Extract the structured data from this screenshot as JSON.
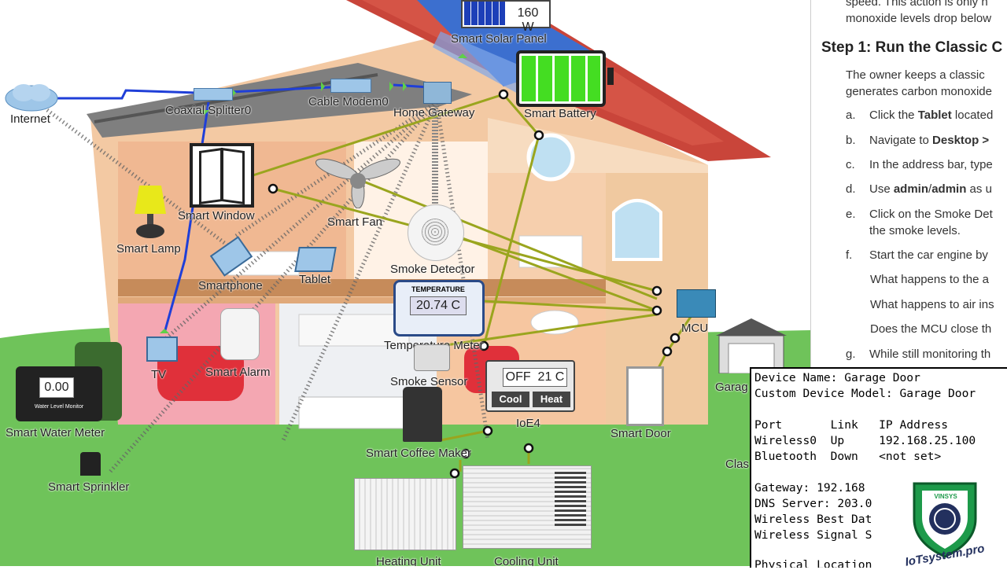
{
  "scene": {
    "devices": {
      "internet": "Internet",
      "splitter": "Coaxial Splitter0",
      "modem": "Cable Modem0",
      "gateway": "Home Gateway",
      "solar": "Smart Solar Panel",
      "solar_value": "160 W",
      "battery": "Smart Battery",
      "window": "Smart Window",
      "fan": "Smart Fan",
      "lamp": "Smart Lamp",
      "smoke_detector": "Smoke Detector",
      "smartphone": "Smartphone",
      "tablet": "Tablet",
      "temp_meter": "Temperature Meter",
      "temp_header": "TEMPERATURE",
      "temp_value": "20.74 C",
      "mcu": "MCU",
      "tv": "TV",
      "alarm": "Smart Alarm",
      "smoke_sensor": "Smoke Sensor",
      "ioe4": "IoE4",
      "ioe4_display": "OFF  21 C",
      "ioe4_cool": "Cool",
      "ioe4_heat": "Heat",
      "water_meter": "Smart Water Meter",
      "water_value": "0.00",
      "water_caption": "Water Level Monitor",
      "sprinkler": "Smart Sprinkler",
      "coffee": "Smart Coffee Maker",
      "door": "Smart Door",
      "garage": "Garag",
      "classic_car": "Clas",
      "heating": "Heating Unit",
      "cooling": "Cooling Unit"
    }
  },
  "doc": {
    "intro_line1": "speed. This action is only h",
    "intro_line2": "monoxide levels drop below",
    "heading": "Step 1: Run the Classic C",
    "para_line1": "The owner keeps a classic",
    "para_line2": "generates carbon monoxide",
    "steps": [
      {
        "key": "a.",
        "pre": "Click the ",
        "bold": "Tablet",
        "post": " located"
      },
      {
        "key": "b.",
        "pre": "Navigate to ",
        "bold": "Desktop >",
        "post": ""
      },
      {
        "key": "c.",
        "pre": "In the address bar, type",
        "bold": "",
        "post": ""
      },
      {
        "key": "d.",
        "pre": "Use ",
        "bold": "admin",
        "post": "/",
        "bold2": "admin",
        "post2": " as u"
      },
      {
        "key": "e.",
        "pre": "Click on the Smoke Det",
        "bold": "",
        "post": "",
        "line2": "the smoke levels."
      },
      {
        "key": "f.",
        "pre": "Start the car engine by",
        "bold": "",
        "post": ""
      }
    ],
    "questions": [
      "What happens to the a",
      "What happens to air ins",
      "Does the MCU close th"
    ],
    "step_g": {
      "key": "g.",
      "text": "While still monitoring th"
    }
  },
  "tooltip": {
    "line1": "Device Name: Garage Door",
    "line2": "Custom Device Model: Garage Door",
    "header": "Port       Link   IP Address",
    "row1": "Wireless0  Up     192.168.25.100",
    "row2": "Bluetooth  Down   <not set>",
    "gateway": "Gateway: 192.168",
    "dns": "DNS Server: 203.0",
    "wbd": "Wireless Best Dat",
    "wss": "Wireless Signal S",
    "phys": "Physical Location"
  },
  "logo": {
    "brand": "VINSYS",
    "site": "IoTsystem.pro"
  },
  "colors": {
    "sky": "#ffffff",
    "grass": "#6fc35a",
    "roof": "#c9453a",
    "wall": "#f3c9a3",
    "iot_link": "#9aa51e",
    "wired_link": "#1f3fd8"
  }
}
